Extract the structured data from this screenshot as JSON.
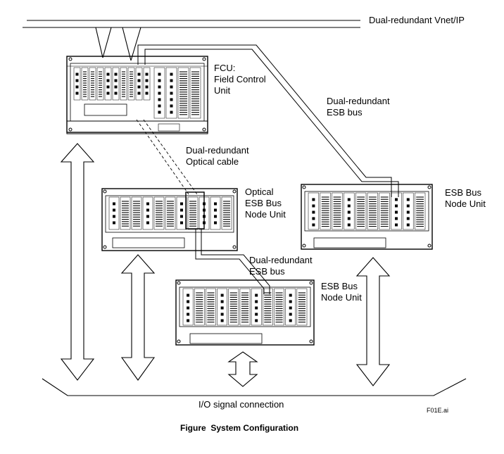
{
  "labels": {
    "vnet": "Dual-redundant Vnet/IP",
    "fcu": [
      "FCU:",
      "Field Control",
      "Unit"
    ],
    "esb_bus_top": [
      "Dual-redundant",
      "ESB bus"
    ],
    "optical_cable": [
      "Dual-redundant",
      "Optical cable"
    ],
    "optical_node": [
      "Optical",
      "ESB Bus",
      "Node Unit"
    ],
    "node_right": [
      "ESB Bus",
      "Node Unit"
    ],
    "esb_bus_mid": [
      "Dual-redundant",
      "ESB bus"
    ],
    "node_bottom": [
      "ESB Bus",
      "Node Unit"
    ],
    "io_signal": "I/O signal connection",
    "fig_id": "F01E.ai"
  },
  "caption": {
    "prefix": "Figure",
    "title": "System Configuration"
  }
}
